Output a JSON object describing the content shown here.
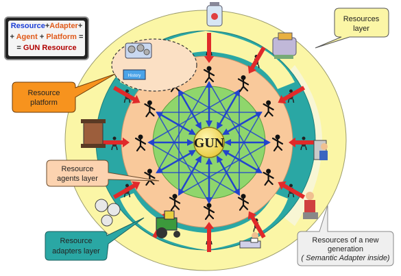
{
  "formula": {
    "line1": [
      "Resource",
      "+",
      "Adapter",
      "+"
    ],
    "line2": [
      "+",
      "Agent",
      "+",
      "Platform",
      "="
    ],
    "line3": [
      "=",
      "GUN Resource"
    ]
  },
  "center_label": "GUN",
  "labels": {
    "resources_layer": [
      "Resources",
      "layer"
    ],
    "resource_platform": [
      "Resource",
      "platform"
    ],
    "resource_agents_layer": [
      "Resource",
      "agents layer"
    ],
    "resource_adapters_layer": [
      "Resource",
      "adapters layer"
    ],
    "new_generation": [
      "Resources of a new",
      "generation",
      "( Semantic Adapter inside)"
    ],
    "history": "History"
  },
  "colors": {
    "outer_ring": "#fbf6a6",
    "adapters_ring": "#2aa7a4",
    "agents_ring": "#f9c99b",
    "core": "#8fd66c",
    "gun_disc": "#f3e25a",
    "arrow_blue": "#2244cc",
    "arrow_red": "#e02a2a",
    "orange_label": "#f7931e",
    "peach_label": "#fcd3b0",
    "teal_label": "#2aa7a4"
  }
}
